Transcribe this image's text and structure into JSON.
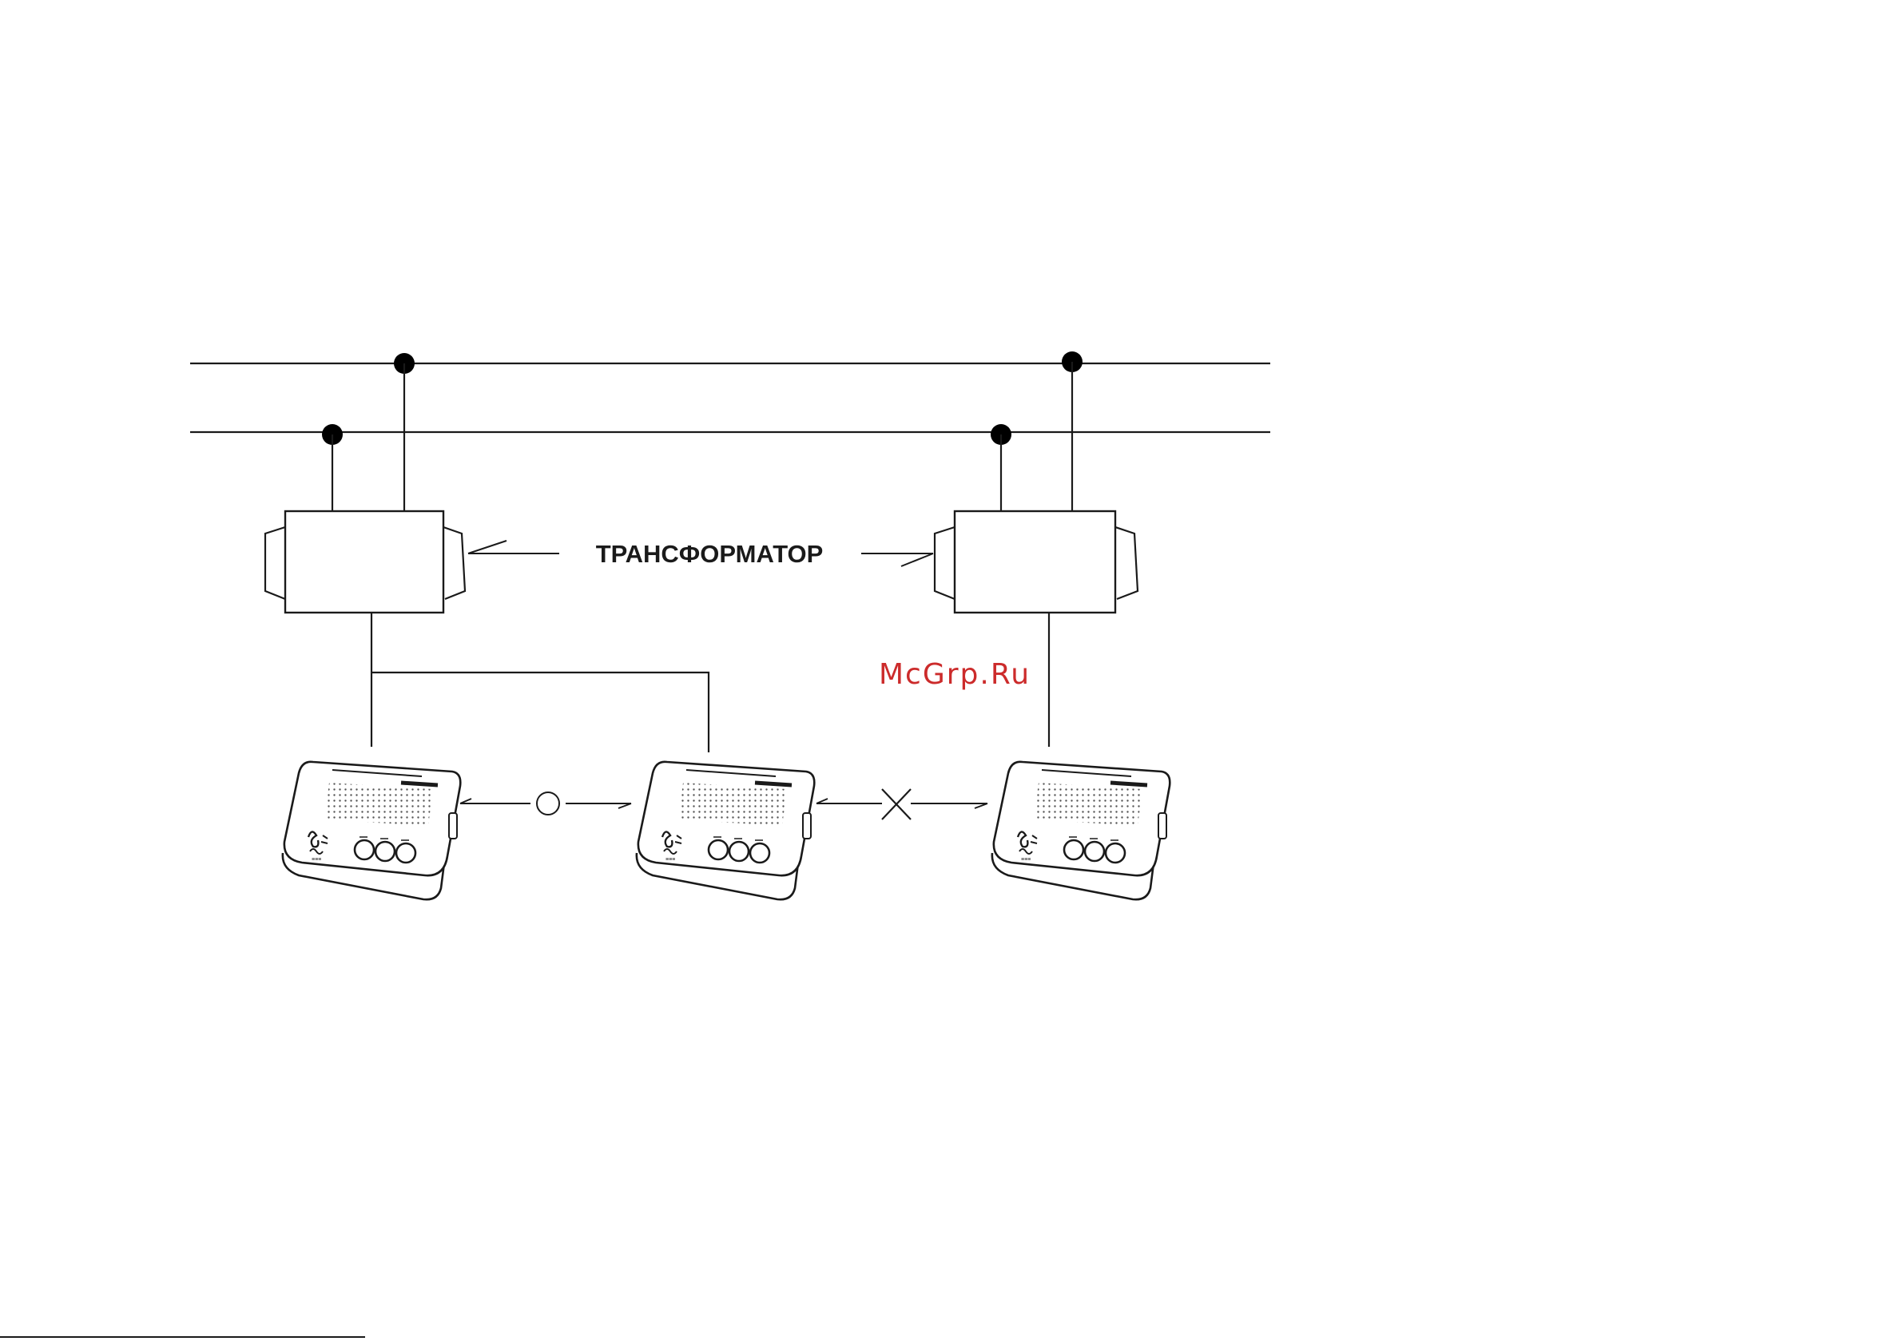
{
  "diagram": {
    "transformer_label": "ТРАНСФОРМАТОР",
    "watermark": "McGrp.Ru",
    "link_states": {
      "left_to_middle": "allowed",
      "middle_to_right": "blocked"
    }
  },
  "colors": {
    "line": "#1a1a1a",
    "watermark": "#cc2b2b",
    "background": "#ffffff"
  },
  "icons": {
    "intercom_unit": "intercom-unit-icon",
    "allowed_marker": "circle-marker-icon",
    "blocked_marker": "cross-marker-icon"
  }
}
